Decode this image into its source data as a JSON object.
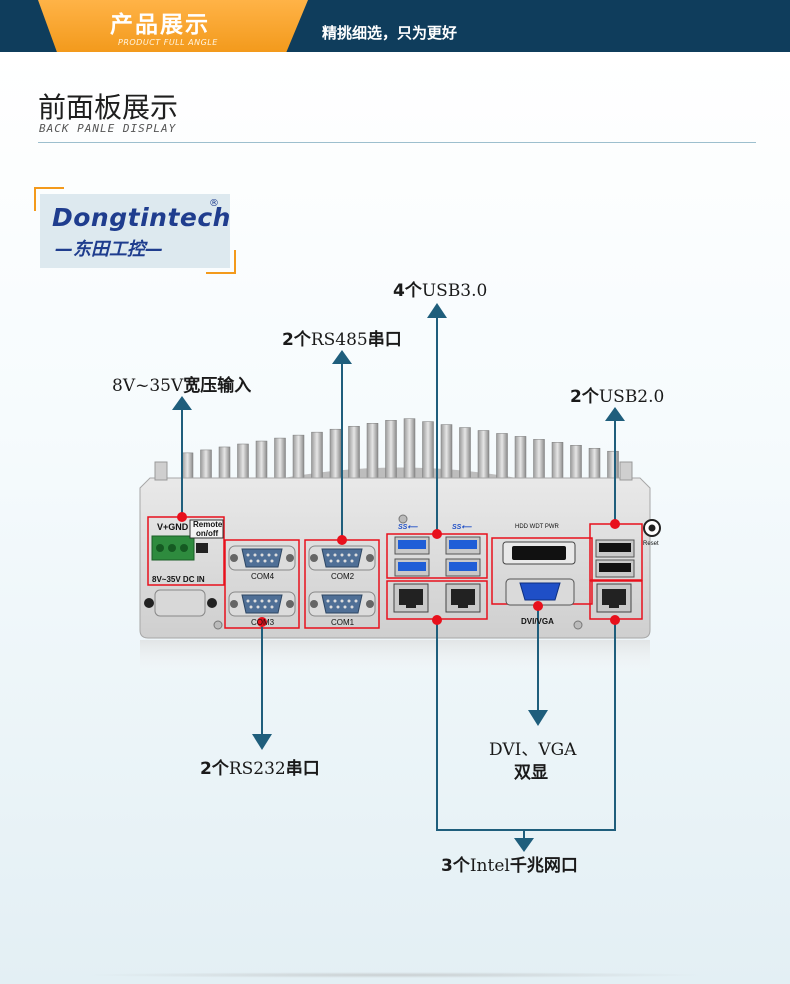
{
  "header": {
    "title": "产品展示",
    "subtitle": "PRODUCT FULL ANGLE",
    "slogan": "精挑细选，只为更好"
  },
  "section": {
    "title": "前面板展示",
    "subtitle": "BACK PANLE DISPLAY"
  },
  "logo": {
    "brand": "Dongtintech",
    "reg": "®",
    "cn": "—东田工控—"
  },
  "callouts": {
    "usb3_a": "4个",
    "usb3_b": "USB3.0",
    "rs485_a": "2个",
    "rs485_b": "RS485",
    "rs485_c": "串口",
    "power_a": "8V~35V",
    "power_b": "宽压输入",
    "usb2_a": "2个",
    "usb2_b": "USB2.0",
    "rs232_a": "2个",
    "rs232_b": "RS232",
    "rs232_c": "串口",
    "dvi_a": "DVI、VGA",
    "dvi_b": "双显",
    "lan_a": "3个",
    "lan_b": "Intel",
    "lan_c": "千兆网口"
  },
  "device_labels": {
    "vgnd": "V+GND",
    "remote1": "Remote",
    "remote2": "on/off",
    "dcin": "8V~35V DC IN",
    "com4": "COM4",
    "com2": "COM2",
    "com3": "COM3",
    "com1": "COM1",
    "leds": "HDD WDT PWR",
    "dvivga": "DVI/VGA",
    "reset": "Reset",
    "ss1": "SS⟵",
    "ss2": "SS⟵"
  },
  "colors": {
    "header_bg": "#0f3d5c",
    "tab_orange": "#f39a1c",
    "arrow": "#1f5e7c",
    "highlight": "#e8101c",
    "logo_blue": "#1f3d8e"
  }
}
